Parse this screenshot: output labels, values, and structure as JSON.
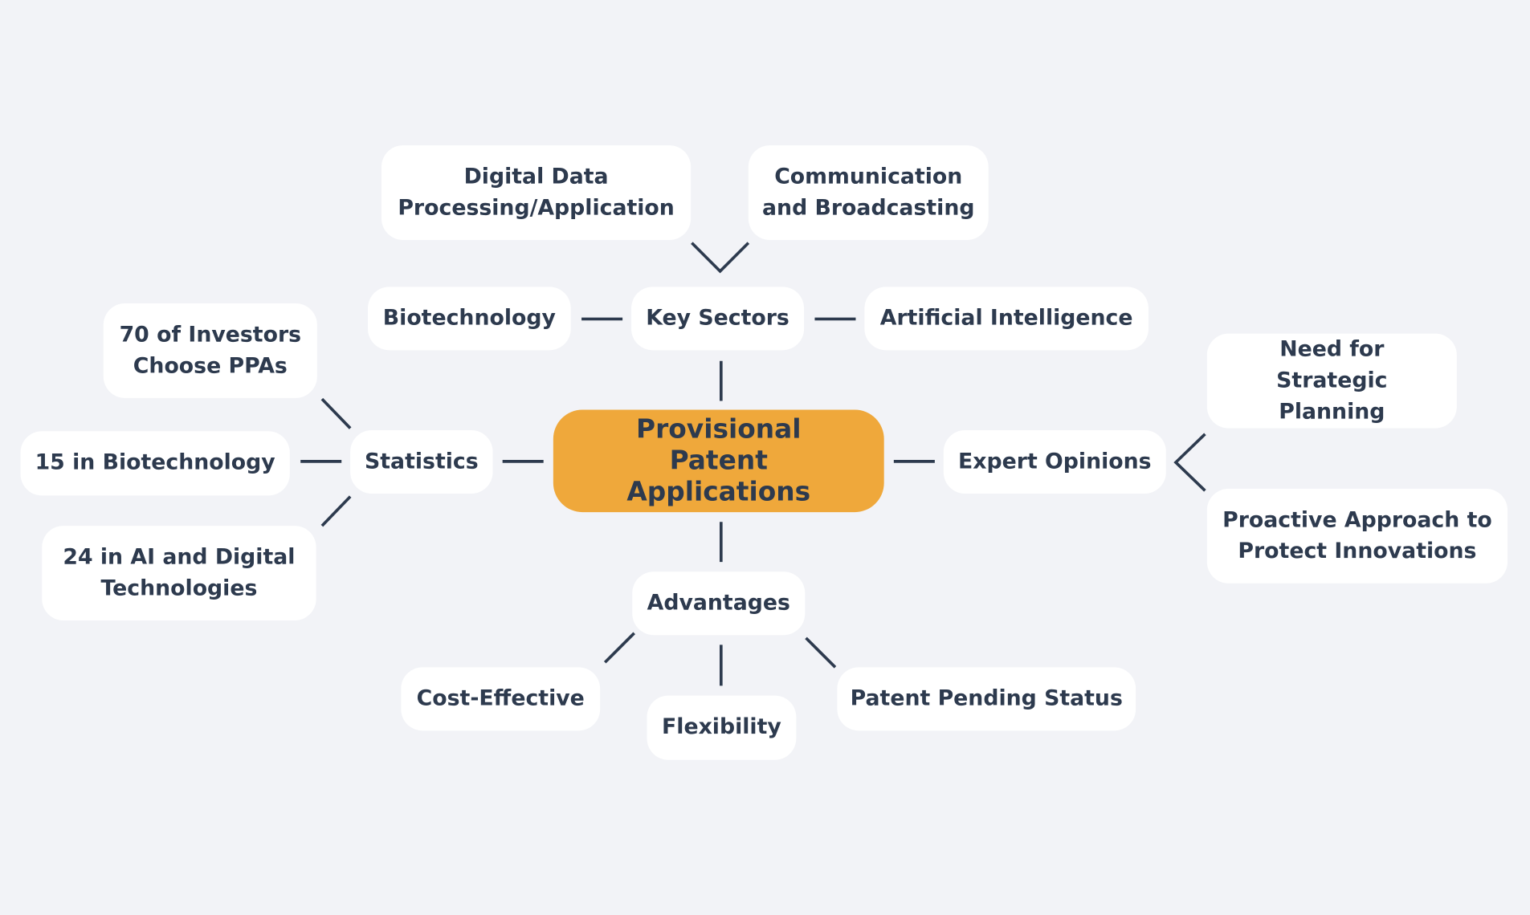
{
  "colors": {
    "background": "#f2f3f7",
    "center": "#efa83b",
    "text": "#2d3a4e",
    "node": "#ffffff"
  },
  "center": "Provisional Patent Applications",
  "branches": {
    "key_sectors": {
      "label": "Key Sectors",
      "children": [
        "Digital Data Processing/Application",
        "Communication and Broadcasting",
        "Biotechnology",
        "Artificial Intelligence"
      ]
    },
    "statistics": {
      "label": "Statistics",
      "children": [
        "70 of Investors Choose PPAs",
        "15 in Biotechnology",
        "24 in AI and Digital Technologies"
      ]
    },
    "expert_opinions": {
      "label": "Expert Opinions",
      "children": [
        "Need for Strategic Planning",
        "Proactive Approach to Protect Innovations"
      ]
    },
    "advantages": {
      "label": "Advantages",
      "children": [
        "Cost-Effective",
        "Flexibility",
        "Patent Pending Status"
      ]
    }
  }
}
